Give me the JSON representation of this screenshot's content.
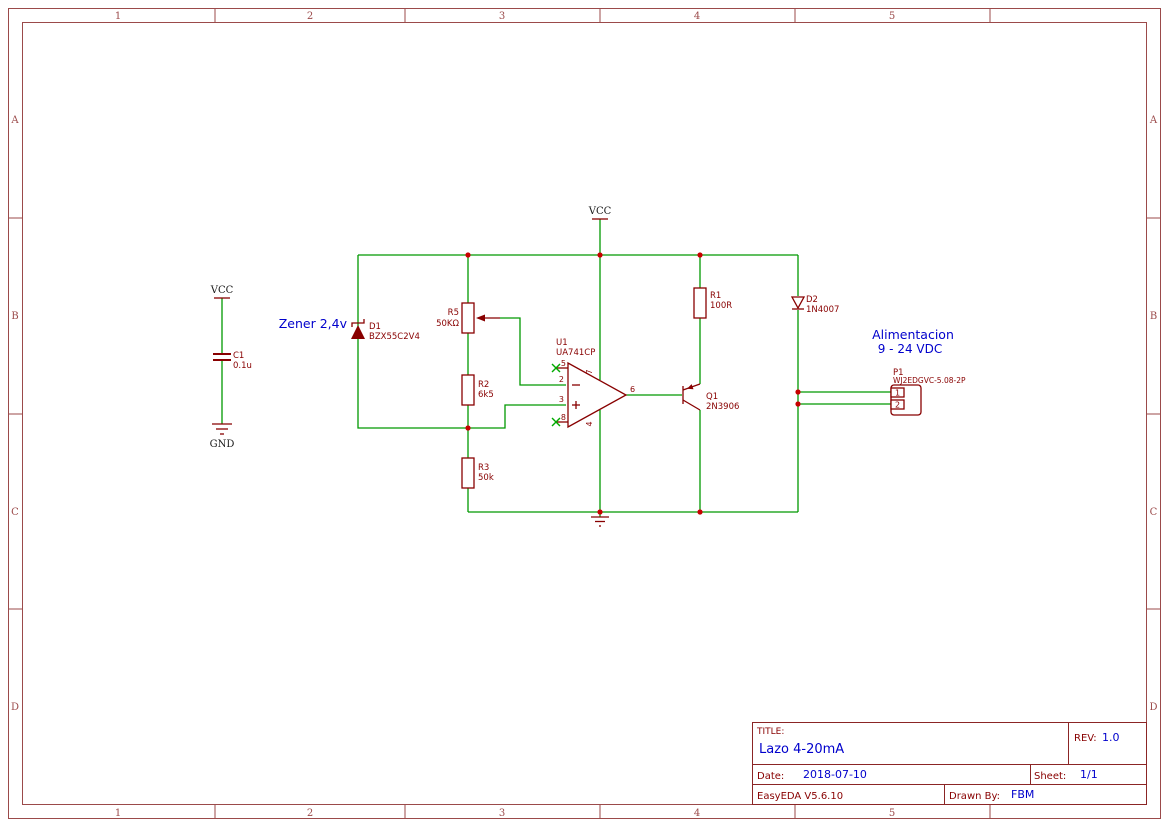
{
  "frame": {
    "cols": [
      "1",
      "2",
      "3",
      "4",
      "5"
    ],
    "rows": [
      "A",
      "B",
      "C",
      "D"
    ]
  },
  "nets": {
    "vcc": "VCC",
    "gnd": "GND"
  },
  "annotations": {
    "zener_note": "Zener 2,4v",
    "supply_note_1": "Alimentacion",
    "supply_note_2": "9 - 24 VDC"
  },
  "components": {
    "c1": {
      "ref": "C1",
      "value": "0.1u"
    },
    "d1": {
      "ref": "D1",
      "value": "BZX55C2V4"
    },
    "r5": {
      "ref": "R5",
      "value": "50KΩ"
    },
    "r2": {
      "ref": "R2",
      "value": "6k5"
    },
    "r3": {
      "ref": "R3",
      "value": "50k"
    },
    "r1": {
      "ref": "R1",
      "value": "100R"
    },
    "u1": {
      "ref": "U1",
      "value": "UA741CP",
      "pin2": "2",
      "pin3": "3",
      "pin4": "4",
      "pin5": "5",
      "pin6": "6",
      "pin7": "7",
      "pin8": "8"
    },
    "q1": {
      "ref": "Q1",
      "value": "2N3906"
    },
    "d2": {
      "ref": "D2",
      "value": "1N4007"
    },
    "p1": {
      "ref": "P1",
      "value": "WJ2EDGVC-5.08-2P",
      "pin1": "1",
      "pin2": "2"
    }
  },
  "title_block": {
    "title_label": "TITLE:",
    "title": "Lazo 4-20mA",
    "rev_label": "REV:",
    "rev": "1.0",
    "date_label": "Date:",
    "date": "2018-07-10",
    "sheet_label": "Sheet:",
    "sheet": "1/1",
    "tool": "EasyEDA V5.6.10",
    "drawn_by_label": "Drawn By:",
    "drawn_by": "FBM"
  },
  "colors": {
    "wire": "#009900",
    "symbol": "#880000",
    "frame": "#9b4a4a",
    "junction": "#c80000",
    "annotation": "#0000cc",
    "no_connect": "#00aa00"
  }
}
